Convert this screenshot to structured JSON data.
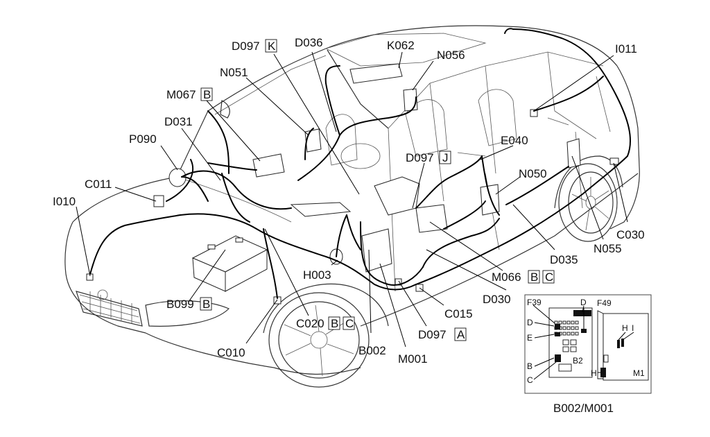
{
  "diagram": {
    "labels": [
      {
        "code": "D097",
        "tag": "K"
      },
      {
        "code": "D036",
        "tag": ""
      },
      {
        "code": "K062",
        "tag": ""
      },
      {
        "code": "N056",
        "tag": ""
      },
      {
        "code": "N051",
        "tag": ""
      },
      {
        "code": "I011",
        "tag": ""
      },
      {
        "code": "M067",
        "tag": "B"
      },
      {
        "code": "D031",
        "tag": ""
      },
      {
        "code": "E040",
        "tag": ""
      },
      {
        "code": "P090",
        "tag": ""
      },
      {
        "code": "D097",
        "tag": "J"
      },
      {
        "code": "C011",
        "tag": ""
      },
      {
        "code": "N050",
        "tag": ""
      },
      {
        "code": "I010",
        "tag": ""
      },
      {
        "code": "C030",
        "tag": ""
      },
      {
        "code": "N055",
        "tag": ""
      },
      {
        "code": "D035",
        "tag": ""
      },
      {
        "code": "H003",
        "tag": ""
      },
      {
        "code": "M066",
        "tag": "B",
        "tag2": "C"
      },
      {
        "code": "B099",
        "tag": "B"
      },
      {
        "code": "D030",
        "tag": ""
      },
      {
        "code": "C015",
        "tag": ""
      },
      {
        "code": "C020",
        "tag": "B",
        "tag2": "C"
      },
      {
        "code": "D097",
        "tag": "A"
      },
      {
        "code": "C010",
        "tag": ""
      },
      {
        "code": "B002",
        "tag": ""
      },
      {
        "code": "M001",
        "tag": ""
      }
    ],
    "inset": {
      "caption": "B002/M001",
      "labels": {
        "f39": "F39",
        "d_top": "D",
        "f49": "F49",
        "d_left": "D",
        "e": "E",
        "b": "B",
        "c": "C",
        "b2": "B2",
        "h_top": "H",
        "i": "I",
        "h_bottom": "H",
        "m1": "M1"
      }
    }
  }
}
